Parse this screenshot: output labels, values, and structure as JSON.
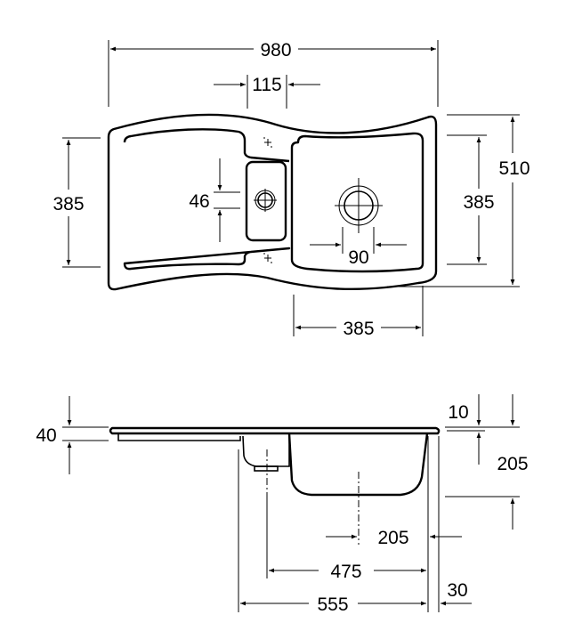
{
  "drawing": {
    "title": "Sink technical drawing",
    "top_view": {
      "overall_width": "980",
      "bowl_spacing": "115",
      "left_bowl_depth": "385",
      "small_bowl_height": "46",
      "right_bowl_depth": "385",
      "overall_depth": "510",
      "drain_diameter": "90",
      "right_bowl_width": "385"
    },
    "side_view": {
      "rim_thickness": "40",
      "top_offset": "10",
      "bowl_depth": "205",
      "drain_offset": "205",
      "width_475": "475",
      "width_555": "555",
      "edge_offset": "30"
    },
    "line_color": "#000000",
    "background_color": "#ffffff"
  }
}
